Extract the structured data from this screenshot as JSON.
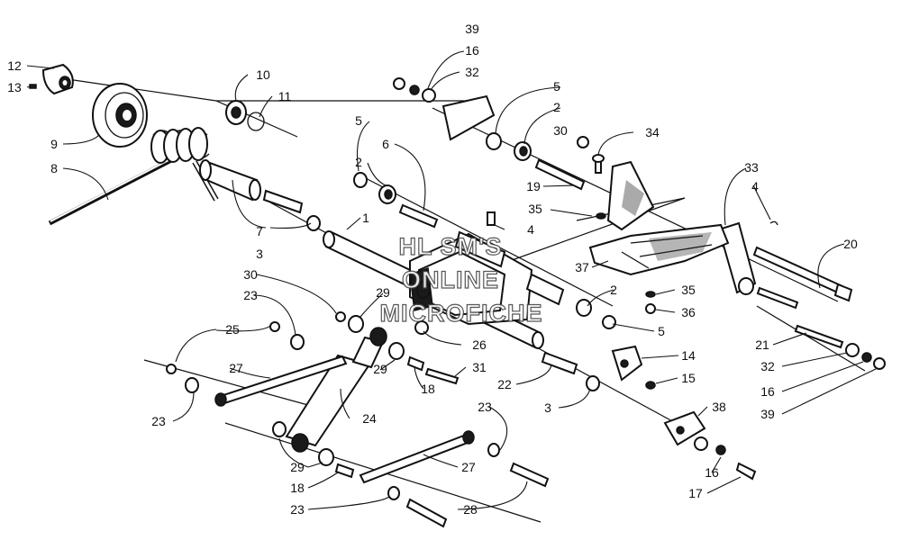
{
  "callouts": [
    {
      "id": "c12",
      "label": "12"
    },
    {
      "id": "c13",
      "label": "13"
    },
    {
      "id": "c9",
      "label": "9"
    },
    {
      "id": "c8",
      "label": "8"
    },
    {
      "id": "c10",
      "label": "10"
    },
    {
      "id": "c11",
      "label": "11"
    },
    {
      "id": "c7",
      "label": "7"
    },
    {
      "id": "c3a",
      "label": "3"
    },
    {
      "id": "c1",
      "label": "1"
    },
    {
      "id": "c5a",
      "label": "5"
    },
    {
      "id": "c6",
      "label": "6"
    },
    {
      "id": "c2a",
      "label": "2"
    },
    {
      "id": "c39a",
      "label": "39"
    },
    {
      "id": "c16a",
      "label": "16"
    },
    {
      "id": "c32a",
      "label": "32"
    },
    {
      "id": "c5b",
      "label": "5"
    },
    {
      "id": "c2b",
      "label": "2"
    },
    {
      "id": "c30a",
      "label": "30"
    },
    {
      "id": "c34",
      "label": "34"
    },
    {
      "id": "c19",
      "label": "19"
    },
    {
      "id": "c35a",
      "label": "35"
    },
    {
      "id": "c4a",
      "label": "4"
    },
    {
      "id": "c33",
      "label": "33"
    },
    {
      "id": "c4b",
      "label": "4"
    },
    {
      "id": "c20",
      "label": "20"
    },
    {
      "id": "c37",
      "label": "37"
    },
    {
      "id": "c35b",
      "label": "35"
    },
    {
      "id": "c36",
      "label": "36"
    },
    {
      "id": "c2c",
      "label": "2"
    },
    {
      "id": "c5c",
      "label": "5"
    },
    {
      "id": "c30b",
      "label": "30"
    },
    {
      "id": "c29a",
      "label": "29"
    },
    {
      "id": "c23a",
      "label": "23"
    },
    {
      "id": "c25",
      "label": "25"
    },
    {
      "id": "c26",
      "label": "26"
    },
    {
      "id": "c14",
      "label": "14"
    },
    {
      "id": "c15",
      "label": "15"
    },
    {
      "id": "c29b",
      "label": "29"
    },
    {
      "id": "c31",
      "label": "31"
    },
    {
      "id": "c18a",
      "label": "18"
    },
    {
      "id": "c22",
      "label": "22"
    },
    {
      "id": "c27a",
      "label": "27"
    },
    {
      "id": "c3b",
      "label": "3"
    },
    {
      "id": "c23b",
      "label": "23"
    },
    {
      "id": "c24",
      "label": "24"
    },
    {
      "id": "c23c",
      "label": "23"
    },
    {
      "id": "c38",
      "label": "38"
    },
    {
      "id": "c21",
      "label": "21"
    },
    {
      "id": "c32b",
      "label": "32"
    },
    {
      "id": "c16b",
      "label": "16"
    },
    {
      "id": "c39b",
      "label": "39"
    },
    {
      "id": "c29c",
      "label": "29"
    },
    {
      "id": "c27b",
      "label": "27"
    },
    {
      "id": "c18b",
      "label": "18"
    },
    {
      "id": "c16c",
      "label": "16"
    },
    {
      "id": "c17",
      "label": "17"
    },
    {
      "id": "c23d",
      "label": "23"
    },
    {
      "id": "c28",
      "label": "28"
    }
  ],
  "watermark": {
    "line1": "HL SM'S",
    "line2": "ONLINE",
    "line3": "MICROFICHE"
  }
}
